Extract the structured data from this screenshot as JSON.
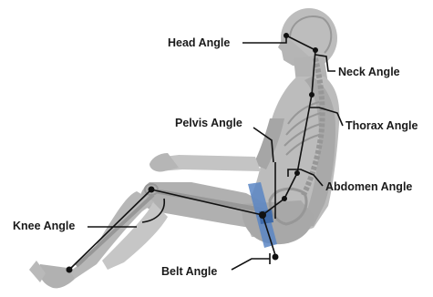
{
  "labels": {
    "head": "Head Angle",
    "neck": "Neck Angle",
    "pelvis": "Pelvis Angle",
    "thorax": "Thorax Angle",
    "abdomen": "Abdomen Angle",
    "knee": "Knee Angle",
    "belt": "Belt Angle"
  },
  "colors": {
    "body_silhouette": "#b9b9b9",
    "body_dark": "#8e8e8e",
    "skeleton": "#9a9a9a",
    "belt": "#5b86c4",
    "lines": "#111111"
  }
}
